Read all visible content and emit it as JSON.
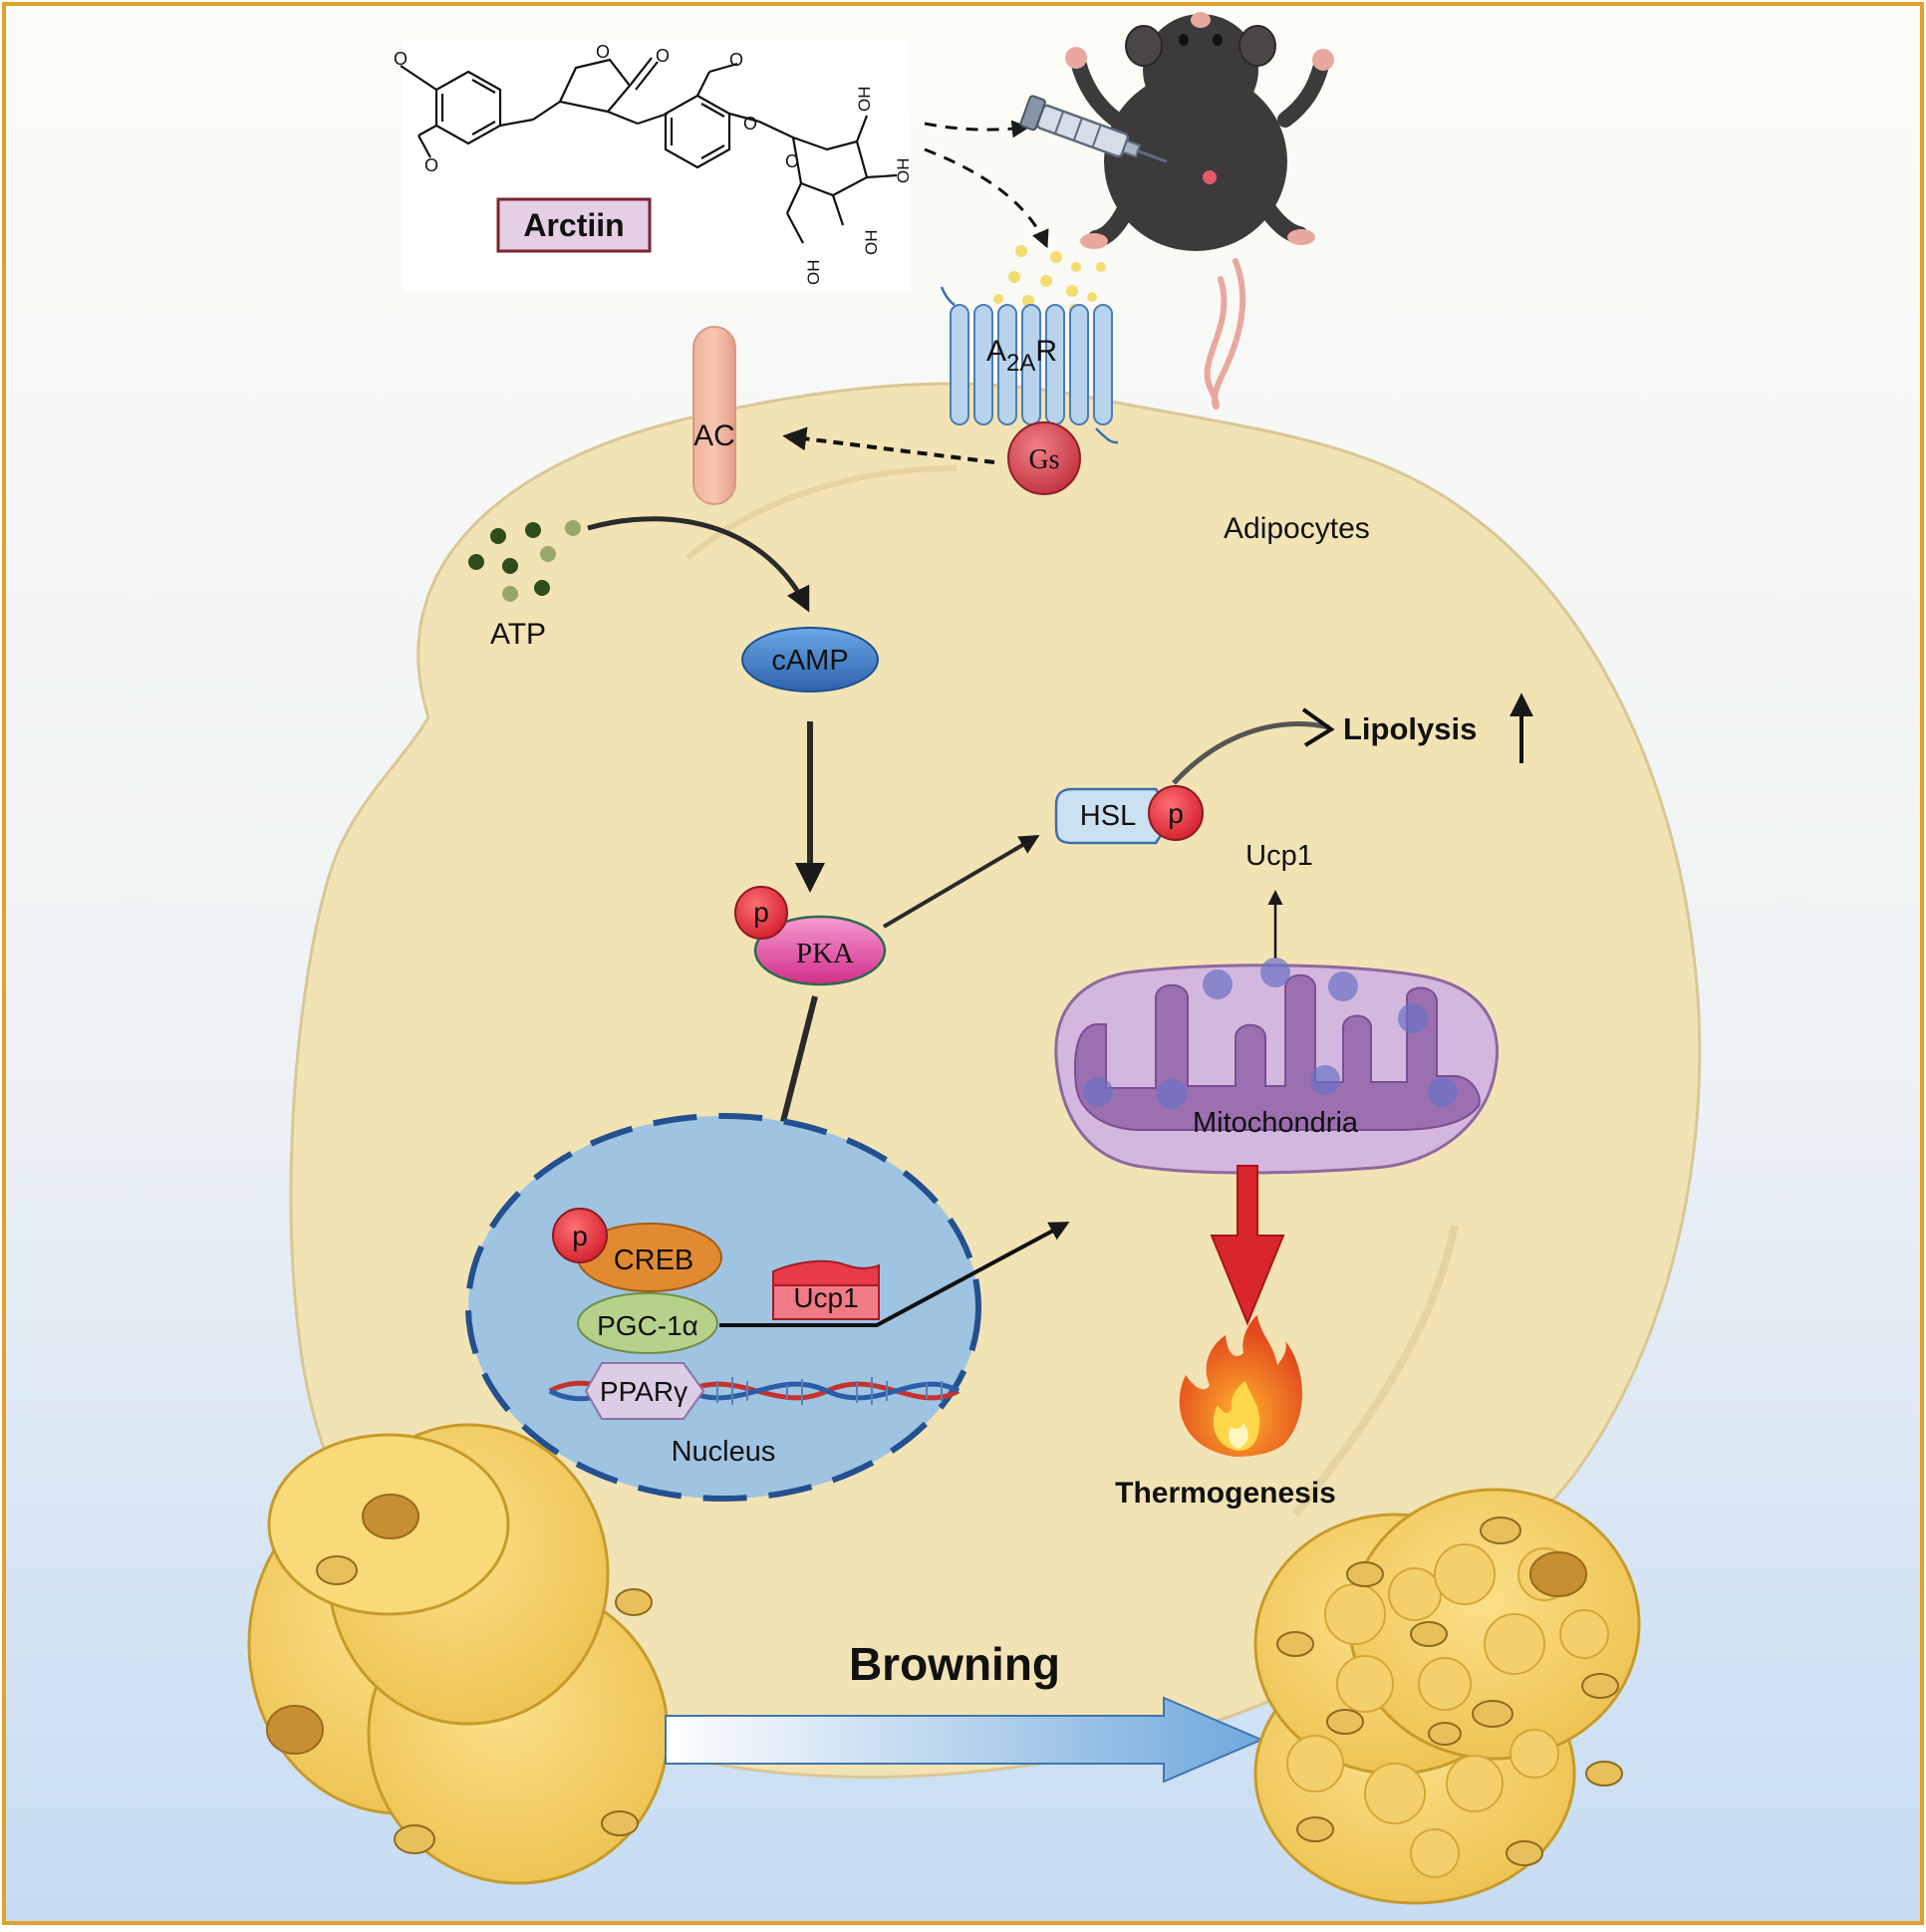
{
  "compound": {
    "name": "Arctiin",
    "hydroxyl_label": "OH"
  },
  "labels": {
    "receptor_main": "A",
    "receptor_sub": "2A",
    "receptor_end": "R",
    "g_protein": "Gs",
    "adenylyl_cyclase": "AC",
    "cell": "Adipocytes",
    "atp": "ATP",
    "camp": "cAMP",
    "phospho": "p",
    "pka": "PKA",
    "hsl": "HSL",
    "lipolysis": "Lipolysis",
    "ucp1_protein": "Ucp1",
    "mitochondria": "Mitochondria",
    "creb": "CREB",
    "pgc1a": "PGC-1α",
    "ucp1_gene": "Ucp1",
    "ppar": "PPARγ",
    "nucleus": "Nucleus",
    "thermogenesis": "Thermogenesis",
    "browning": "Browning"
  },
  "colors": {
    "background_top": "#fdfcf6",
    "background_bottom": "#c6dcf3",
    "frame": "#e0a12b",
    "cell_fill": "#f2e3b5",
    "nucleus_fill": "#9ec4e2",
    "mito_fill": "#d4b7de",
    "mito_inner": "#9b6fb0",
    "pka": "#e64aa0",
    "camp": "#3d7cc8",
    "phospho": "#e8303c",
    "thermo_arrow": "#d8262a"
  },
  "icons": {
    "syringe": "syringe-icon",
    "mouse": "mouse-icon",
    "flame": "flame-icon",
    "dna": "dna-icon"
  }
}
